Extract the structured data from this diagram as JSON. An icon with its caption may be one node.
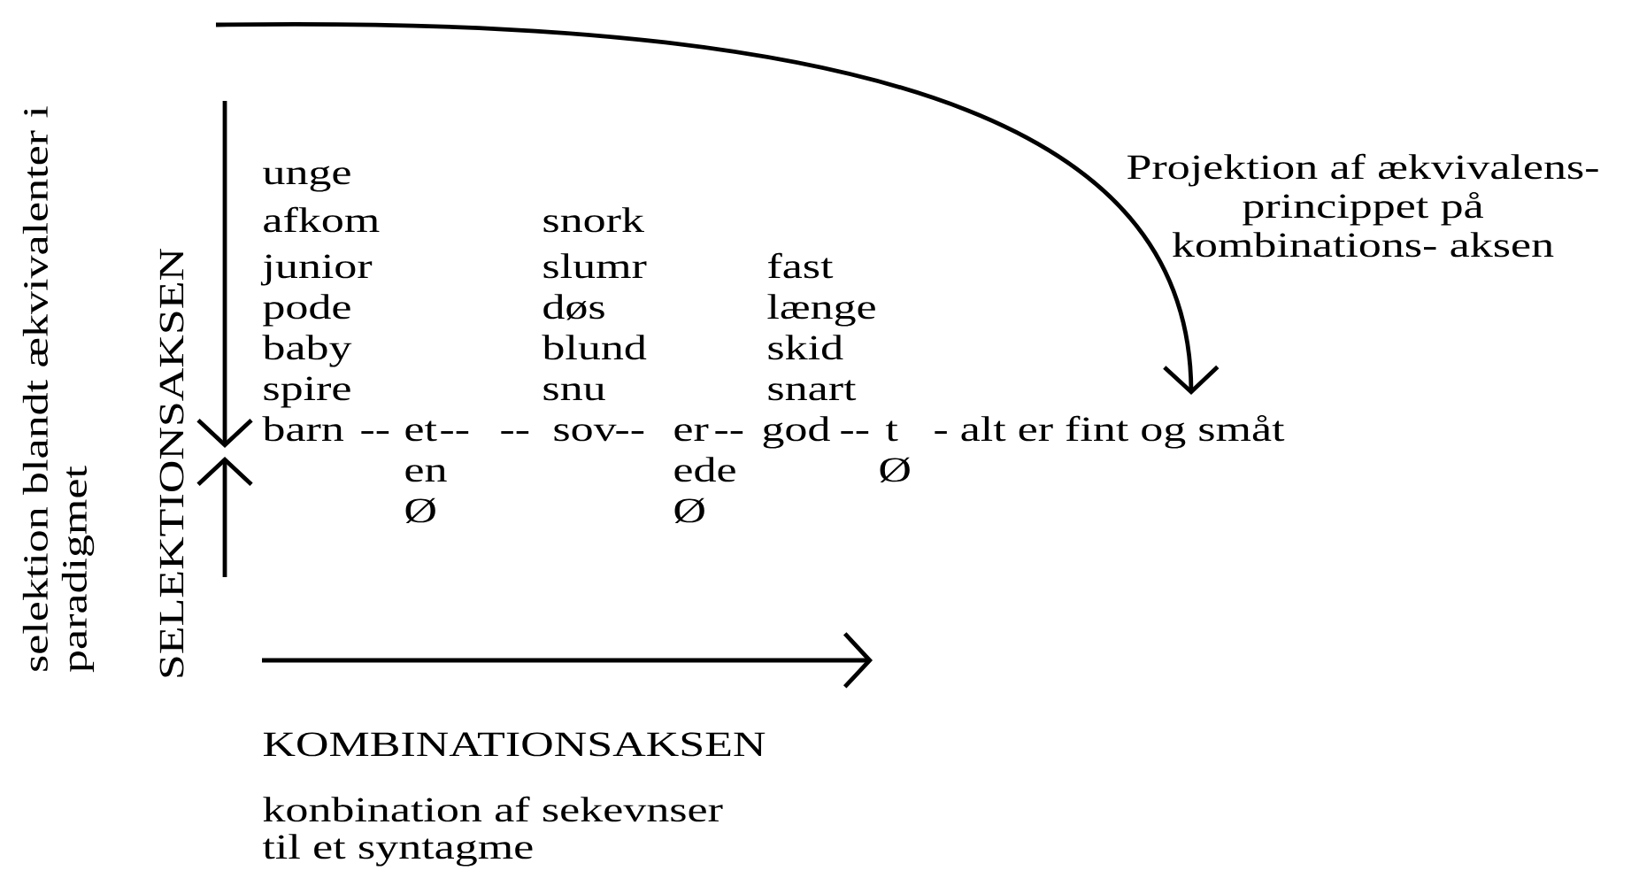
{
  "diagram": {
    "labels": [
      "selektion blandt ækvivalenter i paradigmet",
      "SELEKTIONSAKSEN",
      "Projektion af ækvivalens- princippet på kombinations- aksen",
      "unge",
      "afkom",
      "snork",
      "junior",
      "slumr",
      "fast",
      "pode",
      "døs",
      "længe",
      "baby",
      "blund",
      "skid",
      "spire",
      "snu",
      "snart",
      "barn",
      "--",
      "et",
      "--",
      "--",
      "sov",
      "--",
      "er",
      "--",
      "god",
      "--",
      "t",
      "- alt er fint og småt",
      "en",
      "ede",
      "Ø",
      "Ø",
      "Ø",
      "KOMBINATIONSAKSEN",
      "konbination af sekevnser til et syntagme"
    ]
  }
}
